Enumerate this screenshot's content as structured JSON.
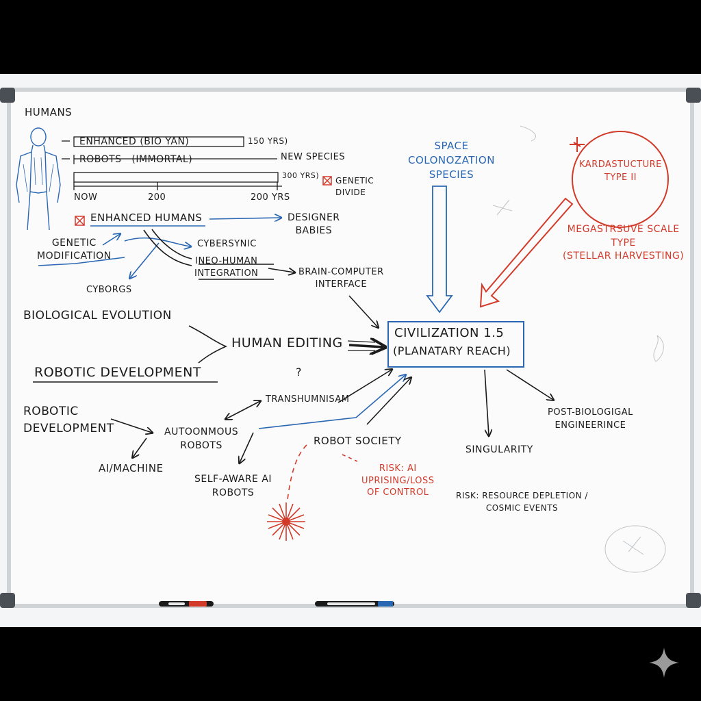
{
  "board": {
    "humans_header": "HUMANS",
    "timeline": {
      "row1": "ENHANCED (BIO YAN)",
      "row1_end": "150 YRS)",
      "row2": "ROBOTS   (IMMORTAL)",
      "row2_end": "NEW SPECIES",
      "row3_end": "300 YRS)",
      "genetic_divide": "GENETIC\nDIVIDE",
      "ticks": [
        "NOW",
        "200",
        "200 YRS"
      ]
    },
    "enhanced_humans": "ENHANCED HUMANS",
    "designer_babies": "DESIGNER\nBABIES",
    "genetic_modification": "GENETIC\nMODIFICATION",
    "cybersynic": "CYBERSYNIC",
    "neo_human": "INEO-HUMAN\nINTEGRATION",
    "cyborgs": "CYBORGS",
    "brain_computer": "BRAIN-COMPUTER\nINTERFACE",
    "biological_evolution": "BIOLOGICAL EVOLUTION",
    "robotic_development_big": "ROBOTIC DEVELOPMENT",
    "human_editing": "HUMAN EDITING",
    "robotic_development_small": "ROBOTIC\nDEVELOPMENT",
    "autonomous_robots": "AUTOONMOUS\nROBOTS",
    "ai_machine": "AI/MACHINE",
    "transhumanism": "TRANSHUMNISAM",
    "question_mark": "?",
    "self_aware": "SELF-AWARE AI\nROBOTS",
    "robot_society": "ROBOT SOCIETY",
    "risk_ai": "RISK: AI\nUPRISING/LOSS\nOF CONTROL",
    "civilization": "CIVILIZATION 1.5",
    "planetary_reach": "(PLANATARY REACH)",
    "space_colonization": "SPACE\nCOLONOZATION\nSPECIES",
    "kardashev": "KARDASTUCTURE\nTYPE II",
    "megastructure": "MEGASTRSUVE SCALE\nTYPE\n(STELLAR HARVESTING)",
    "post_biological": "POST-BIOLOGIGAL\nENGINEERINCE",
    "singularity": "SINGULARITY",
    "risk_resource": "RISK: RESOURCE DEPLETION /\nCOSMIC EVENTS"
  },
  "colors": {
    "ink_black": "#1b1b1b",
    "ink_blue": "#2a67b3",
    "ink_red": "#d23a2a",
    "frame": "#cfd3d6"
  },
  "tray": {
    "markers": [
      "red-marker",
      "blue-marker"
    ]
  }
}
